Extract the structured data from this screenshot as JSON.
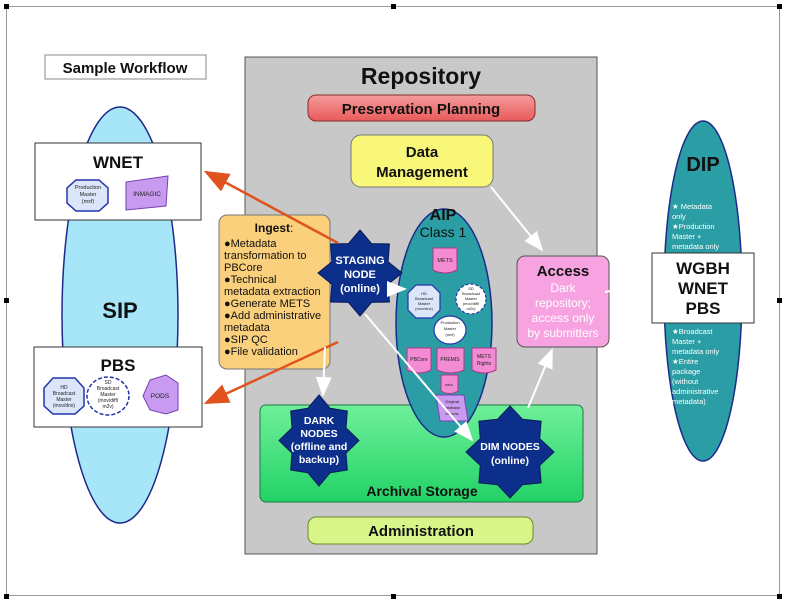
{
  "title": "Sample Workflow",
  "repository": {
    "title": "Repository",
    "preservation_planning": "Preservation Planning",
    "data_management": [
      "Data",
      "Management"
    ],
    "administration": "Administration",
    "archival_storage": "Archival Storage"
  },
  "sip": {
    "label": "SIP",
    "wnet": {
      "title": "WNET",
      "production_master": [
        "Production",
        "Master",
        "(mxf)"
      ],
      "inmagic": "INMAGIC"
    },
    "pbs": {
      "title": "PBS",
      "hd_master": [
        "HD",
        "Broadcast",
        "Master",
        "(mov/dnx)"
      ],
      "sd_master": [
        "SD",
        "Broadcast",
        "Master",
        "(mov/diff/",
        "m2v)"
      ],
      "pods": "PODS"
    }
  },
  "ingest": {
    "heading": "Ingest",
    "colon": ":",
    "lines": [
      "●Metadata",
      "transformation to",
      "PBCore",
      "●Technical",
      "metadata extraction",
      "●Generate METS",
      "●Add administrative",
      "metadata",
      "●SIP QC",
      "●File validation"
    ]
  },
  "staging_node": [
    "STAGING",
    "NODE",
    "(online)"
  ],
  "aip": {
    "title": [
      "AIP",
      "Class 1"
    ],
    "mets": "METS",
    "hd_master": [
      "HD",
      "Broadcast",
      "Master",
      "(mov/dnx)"
    ],
    "sd_master": [
      "SD",
      "Broadcast",
      "Master",
      "(mov/diff/",
      "m2v)"
    ],
    "production_master": [
      "Production",
      "Master",
      "(mxf)"
    ],
    "pbcore": "PBCore",
    "premis": "PREMIS",
    "mets_rights": [
      "METS",
      "Rights"
    ],
    "xdcv": "xdcv",
    "original_exports": [
      "Original",
      "database",
      "exports"
    ]
  },
  "access": {
    "title": "Access",
    "desc": [
      "Dark",
      "repository;",
      "access only",
      "by submitters"
    ]
  },
  "dark_nodes": [
    "DARK",
    "NODES",
    "(offline and",
    "backup)"
  ],
  "dim_nodes": [
    "DIM NODES",
    "(online)"
  ],
  "dip": {
    "label": "DIP",
    "top_notes": [
      "★ Metadata",
      "only",
      "★Production",
      "Master +",
      "metadata only"
    ],
    "institutions": [
      "WGBH",
      "WNET",
      "PBS"
    ],
    "bottom_notes": [
      "★Broadcast",
      "Master +",
      "metadata only",
      "★Entire",
      "package",
      "(without",
      "administrative",
      "metadata)"
    ]
  },
  "colors": {
    "repository_bg": "#c8c8c8",
    "preservation_planning": "#f47a7a",
    "data_management": "#f9f77a",
    "administration": "#d8f58a",
    "archival_storage": "#3fe27c",
    "ellipse": "#2a9ea4",
    "sip_ellipse": "#a7e6f8",
    "ingest": "#fbd07c",
    "access": "#f7a3e1",
    "star": "#0d2f8c",
    "arrow_orange": "#e0531f"
  }
}
